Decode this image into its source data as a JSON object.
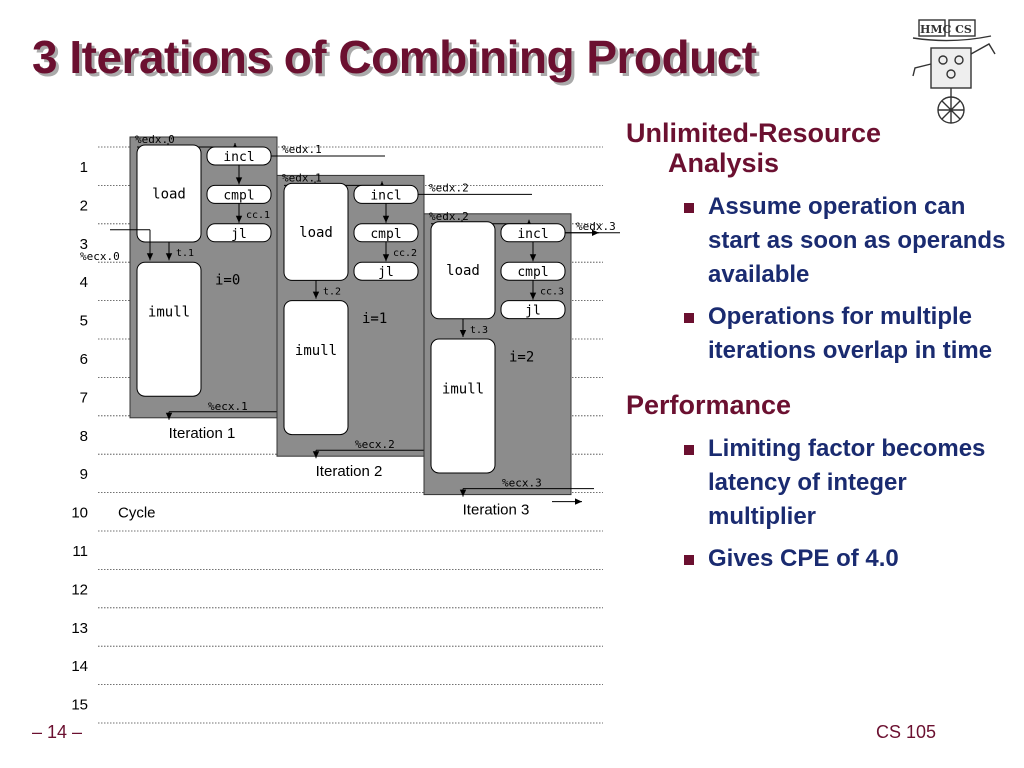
{
  "slide": {
    "title": "3 Iterations of Combining Product",
    "page_number": "– 14 –",
    "course": "CS 105",
    "logo_text": "HMC CS"
  },
  "diagram": {
    "cycle_label": "Cycle",
    "cycles": [
      "1",
      "2",
      "3",
      "4",
      "5",
      "6",
      "7",
      "8",
      "9",
      "10",
      "11",
      "12",
      "13",
      "14",
      "15"
    ],
    "iterations": [
      {
        "label": "Iteration 1",
        "edx_in": "%edx.0",
        "edx_out": "%edx.1",
        "ecx_in": "%ecx.0",
        "ecx_out": "%ecx.1",
        "cc": "cc.1",
        "t": "t.1",
        "i": "i=0",
        "ops": {
          "load": "load",
          "incl": "incl",
          "cmpl": "cmpl",
          "jl": "jl",
          "imull": "imull"
        }
      },
      {
        "label": "Iteration 2",
        "edx_in": "%edx.1",
        "edx_out": "%edx.2",
        "ecx_in": "%ecx.1",
        "ecx_out": "%ecx.2",
        "cc": "cc.2",
        "t": "t.2",
        "i": "i=1",
        "ops": {
          "load": "load",
          "incl": "incl",
          "cmpl": "cmpl",
          "jl": "jl",
          "imull": "imull"
        }
      },
      {
        "label": "Iteration 3",
        "edx_in": "%edx.2",
        "edx_out": "%edx.3",
        "ecx_in": "%ecx.2",
        "ecx_out": "%ecx.3",
        "cc": "cc.3",
        "t": "t.3",
        "i": "i=2",
        "ops": {
          "load": "load",
          "incl": "incl",
          "cmpl": "cmpl",
          "jl": "jl",
          "imull": "imull"
        }
      }
    ]
  },
  "analysis": {
    "heading1": "Unlimited-Resource",
    "heading1_cont": "Analysis",
    "points1": [
      "Assume operation can start as soon as operands available",
      "Operations for multiple iterations overlap in time"
    ],
    "heading2": "Performance",
    "points2": [
      "Limiting factor becomes latency of integer multiplier",
      "Gives CPE of 4.0"
    ]
  },
  "colors": {
    "title": "#6b1030",
    "bullet_text": "#1a2b70",
    "iteration_box": "#8c8c8c"
  }
}
